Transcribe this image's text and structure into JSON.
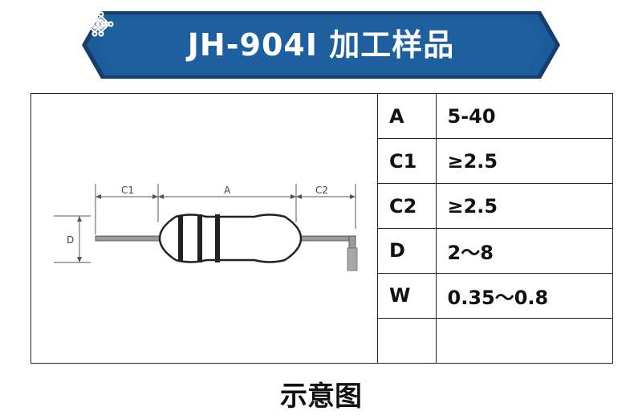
{
  "banner": {
    "title": "JH-904I 加工样品"
  },
  "colors": {
    "banner_fill": "#1d5c9a",
    "banner_dark": "#133f6c",
    "knot": "#ffffff"
  },
  "diagram": {
    "labels": {
      "c1": "C1",
      "a": "A",
      "c2": "C2",
      "d": "D"
    }
  },
  "specs": [
    {
      "param": "A",
      "value": "5-40"
    },
    {
      "param": "C1",
      "value": "≥2.5"
    },
    {
      "param": "C2",
      "value": "≥2.5"
    },
    {
      "param": "D",
      "value": "2～8"
    },
    {
      "param": "W",
      "value": "0.35～0.8"
    },
    {
      "param": "",
      "value": ""
    }
  ],
  "caption": "示意图"
}
